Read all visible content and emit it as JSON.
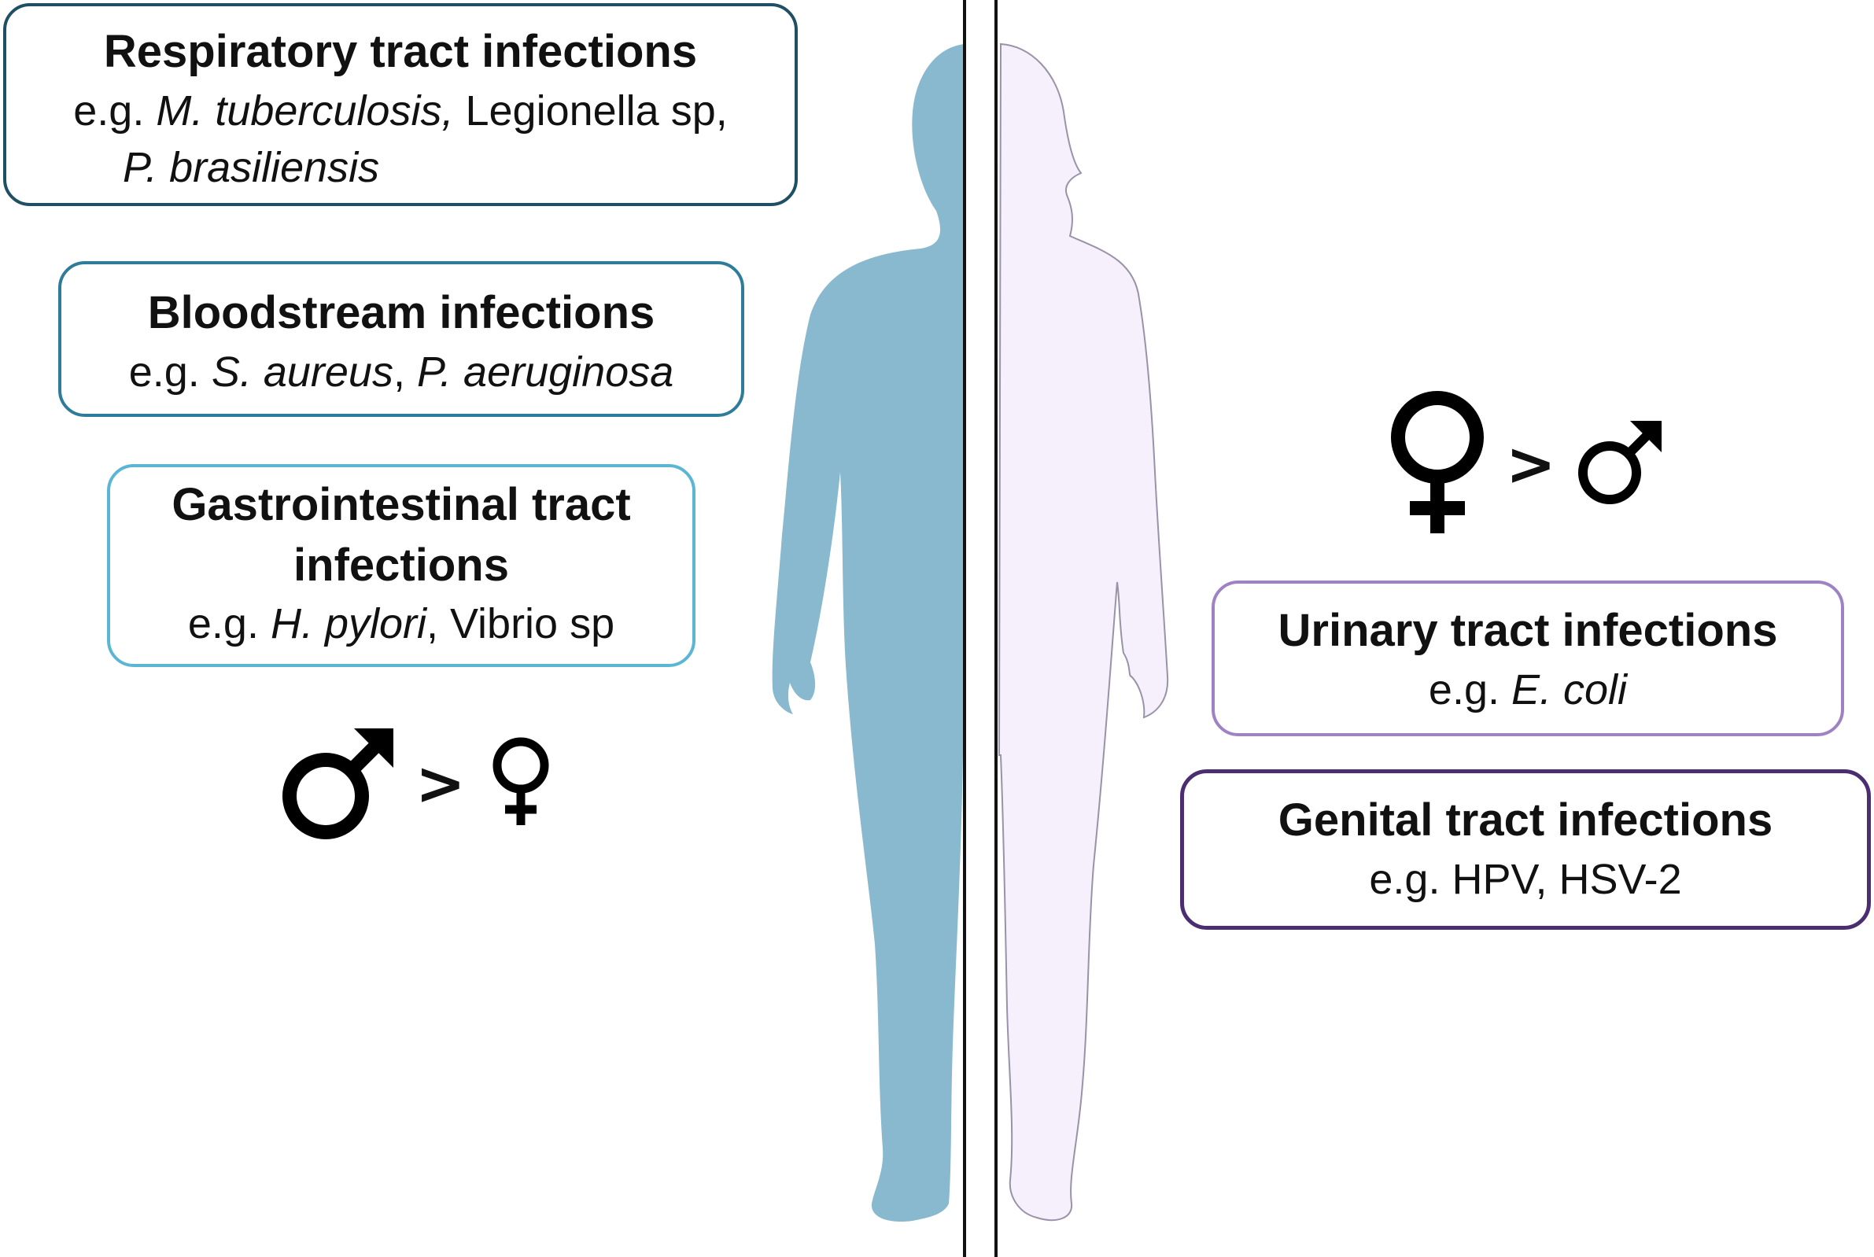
{
  "colors": {
    "male_body": "#88B9CF",
    "female_body": "#F6F0FD",
    "female_outline": "#9A92A8",
    "respiratory_border": "#1F4F63",
    "bloodstream_border": "#2E7C99",
    "gi_border": "#5BB6D3",
    "urinary_border": "#9E82C4",
    "genital_border": "#4B2E72",
    "symbol": "#000000"
  },
  "left_panel": {
    "respiratory": {
      "title": "Respiratory tract infections",
      "line1_prefix": "e.g. ",
      "line1_species_italic": "M. tuberculosis,",
      "line1_rest": " Legionella sp,",
      "line2_species_italic": "P. brasiliensis"
    },
    "bloodstream": {
      "title": "Bloodstream infections",
      "prefix": "e.g. ",
      "species1_italic": "S. aureus",
      "separator": ", ",
      "species2_italic": "P. aeruginosa"
    },
    "gastrointestinal": {
      "title_line1": "Gastrointestinal tract",
      "title_line2": "infections",
      "prefix": "e.g. ",
      "species1_italic": "H. pylori",
      "rest": ", Vibrio sp"
    },
    "comparison": {
      "greater_than": ">",
      "larger_symbol": "male-symbol-icon",
      "smaller_symbol": "female-symbol-icon"
    }
  },
  "right_panel": {
    "comparison": {
      "greater_than": ">",
      "larger_symbol": "female-symbol-icon",
      "smaller_symbol": "male-symbol-icon"
    },
    "urinary": {
      "title": "Urinary tract infections",
      "prefix": "e.g. ",
      "species_italic": "E. coli"
    },
    "genital": {
      "title": "Genital tract infections",
      "examples": "e.g. HPV, HSV-2"
    }
  }
}
